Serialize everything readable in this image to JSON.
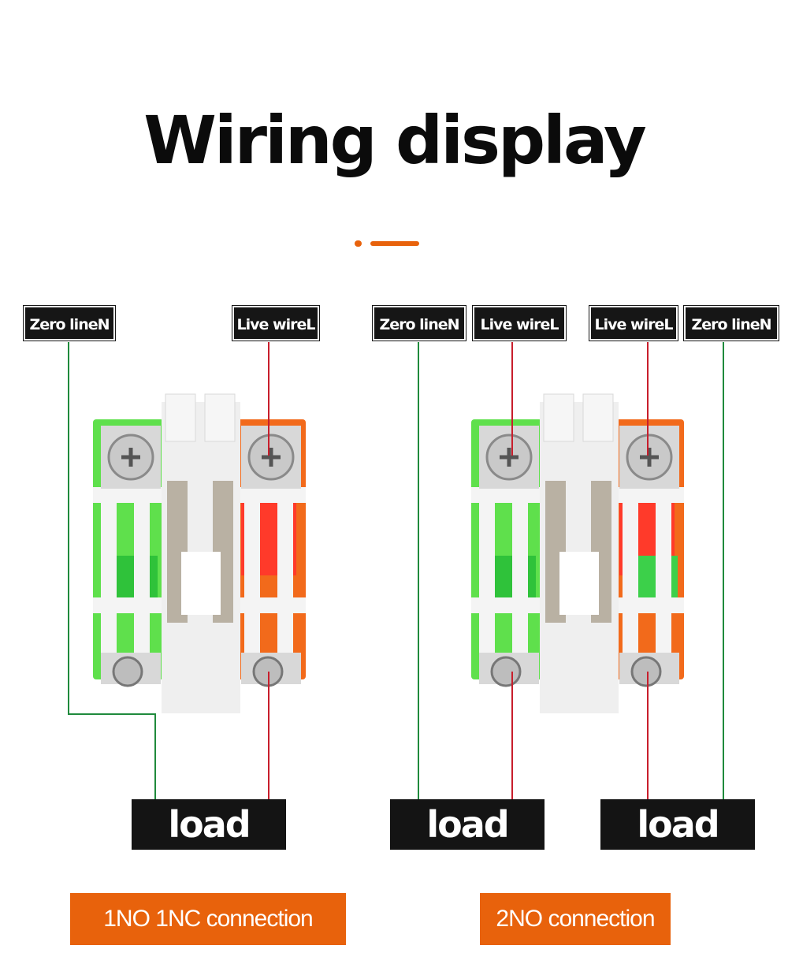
{
  "title": "Wiring display",
  "colors": {
    "accent": "#e8620c",
    "neutral_wire": "#1f8a3c",
    "live_wire": "#c81e2c",
    "label_bg": "#161616",
    "contact_green": "#5fe04c",
    "contact_orange": "#f26a1b"
  },
  "left_diagram": {
    "neutral_label": "Zero lineN",
    "live_label": "Live wireL",
    "load_label": "load",
    "caption": "1NO 1NC connection"
  },
  "right_diagram": {
    "neutral_label_1": "Zero lineN",
    "live_label_1": "Live wireL",
    "live_label_2": "Live wireL",
    "neutral_label_2": "Zero lineN",
    "load_label_1": "load",
    "load_label_2": "load",
    "caption": "2NO connection"
  }
}
